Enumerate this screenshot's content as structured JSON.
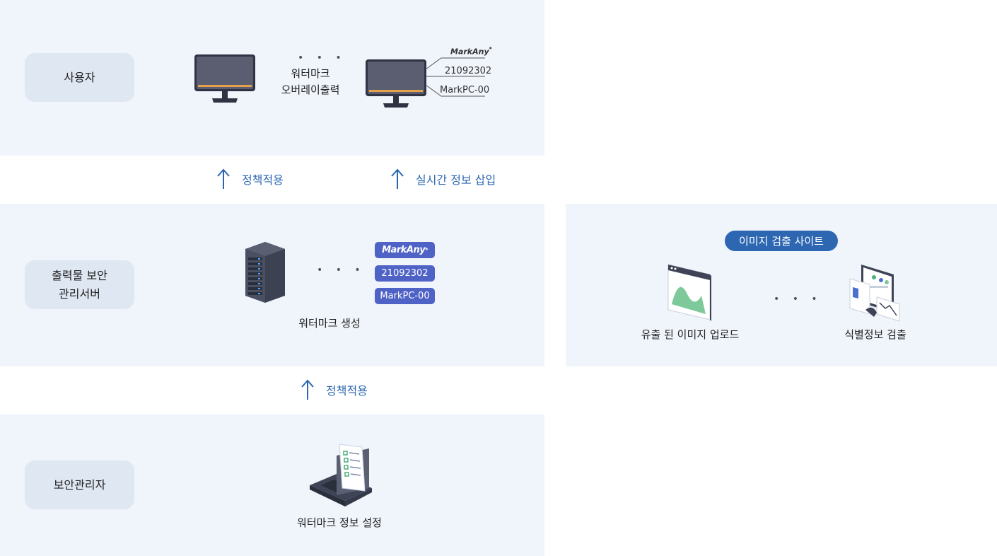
{
  "roles": {
    "user": "사용자",
    "server": "출력물 보안\n관리서버",
    "admin": "보안관리자"
  },
  "user_section": {
    "overlay_caption": "워터마크\n오버레이출력",
    "watermark_labels": {
      "logo": "MarkAny",
      "id": "21092302",
      "pc": "MarkPC-00"
    }
  },
  "arrows_top": [
    {
      "label": "정책적용"
    },
    {
      "label": "실시간 정보 삽입"
    }
  ],
  "server_section": {
    "caption": "워터마크 생성",
    "tags": {
      "logo": "MarkAny",
      "id": "21092302",
      "pc": "MarkPC-00"
    }
  },
  "arrow_bottom": {
    "label": "정책적용"
  },
  "admin_section": {
    "caption": "워터마크 정보 설정"
  },
  "detection": {
    "title": "이미지 검출 사이트",
    "upload_caption": "유출 된 이미지 업로드",
    "detect_caption": "식별정보 검출"
  },
  "colors": {
    "band": "#f0f4fb",
    "role_box": "#dfe7f3",
    "arrow_blue": "#2b67b1",
    "tag_blue": "#4f62c6",
    "pill_blue": "#2d67b2"
  },
  "icons": [
    "monitor-icon",
    "server-rack-icon",
    "laptop-document-icon",
    "browser-chart-icon",
    "dashboard-icon",
    "arrow-up-icon"
  ]
}
